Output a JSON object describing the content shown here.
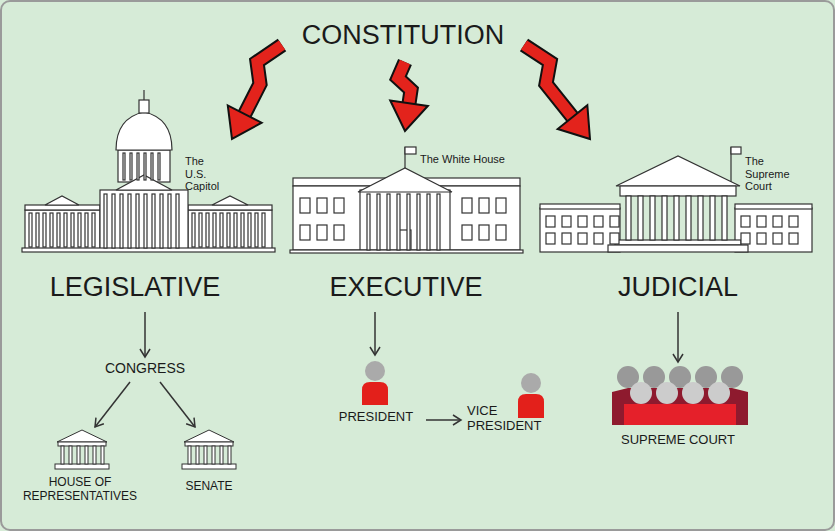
{
  "diagram": {
    "nodes": [
      {
        "text": [
          "CONSTITUTION"
        ]
      },
      {
        "text": [
          "The U.S. Capitol",
          "LEGISLATIVE"
        ]
      },
      {
        "text": [
          "The White House",
          "EXECUTIVE"
        ]
      },
      {
        "text": [
          "The Supreme Court",
          "JUDICIAL"
        ]
      },
      {
        "text": [
          "CONGRESS"
        ]
      },
      {
        "text": [
          "HOUSE OF REPRESENTATIVES"
        ]
      },
      {
        "text": [
          "SENATE"
        ]
      },
      {
        "text": [
          "PRESIDENT"
        ]
      },
      {
        "text": [
          "VICE PRESIDENT"
        ]
      },
      {
        "text": [
          "SUPREME COURT"
        ]
      }
    ],
    "edges": [
      {
        "from": 0,
        "to": 1,
        "arrow": "to"
      },
      {
        "from": 0,
        "to": 2,
        "arrow": "to"
      },
      {
        "from": 0,
        "to": 3,
        "arrow": "to"
      },
      {
        "from": 1,
        "to": 4,
        "arrow": "to"
      },
      {
        "from": 4,
        "to": 5,
        "arrow": "to"
      },
      {
        "from": 4,
        "to": 6,
        "arrow": "to"
      },
      {
        "from": 2,
        "to": 7,
        "arrow": "to"
      },
      {
        "from": 7,
        "to": 8,
        "arrow": "to"
      },
      {
        "from": 3,
        "to": 9,
        "arrow": "to"
      }
    ]
  }
}
